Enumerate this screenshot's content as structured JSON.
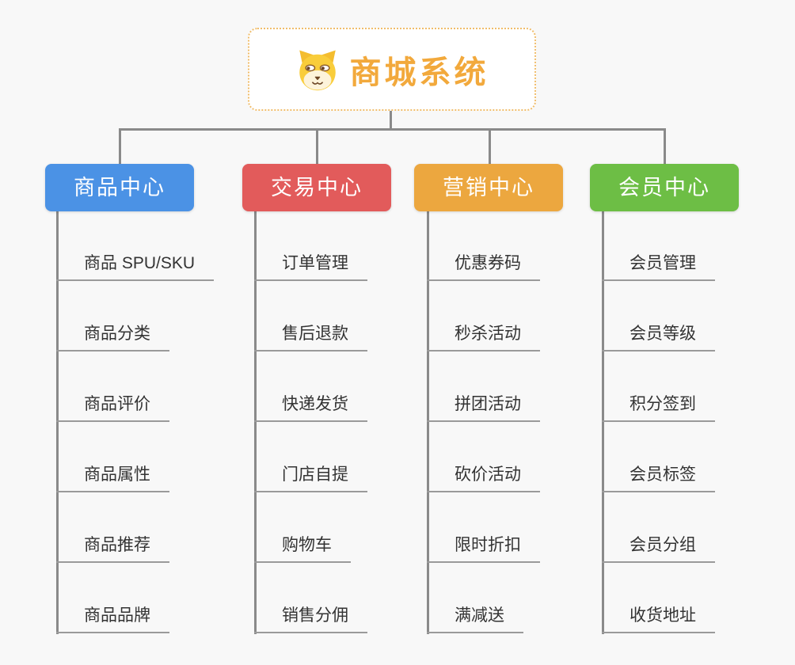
{
  "app": {
    "background": "#f8f8f8"
  },
  "root": {
    "title": "商城系统",
    "icon": "shiba-dog-icon",
    "text_color": "#f2a93c",
    "border_color": "#f0bd6b"
  },
  "connectors": {
    "color": "#8a8a8a",
    "underline_color": "#9a9a9a"
  },
  "branches": [
    {
      "label": "商品中心",
      "color": "#4b92e5",
      "children": [
        "商品 SPU/SKU",
        "商品分类",
        "商品评价",
        "商品属性",
        "商品推荐",
        "商品品牌"
      ]
    },
    {
      "label": "交易中心",
      "color": "#e25b5b",
      "children": [
        "订单管理",
        "售后退款",
        "快递发货",
        "门店自提",
        "购物车",
        "销售分佣"
      ]
    },
    {
      "label": "营销中心",
      "color": "#eca73f",
      "children": [
        "优惠券码",
        "秒杀活动",
        "拼团活动",
        "砍价活动",
        "限时折扣",
        "满减送"
      ]
    },
    {
      "label": "会员中心",
      "color": "#6dbe45",
      "children": [
        "会员管理",
        "会员等级",
        "积分签到",
        "会员标签",
        "会员分组",
        "收货地址"
      ]
    }
  ]
}
